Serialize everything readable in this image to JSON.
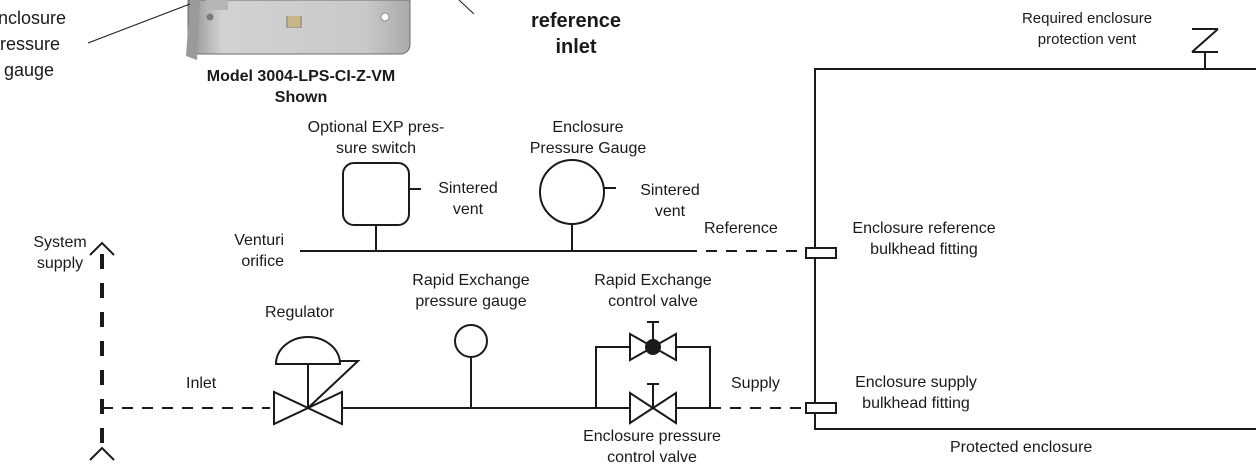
{
  "gauge_callout": {
    "line1": "nclosure",
    "line2": "ressure",
    "line3": "gauge"
  },
  "model_caption": {
    "line1": "Model 3004-LPS-CI-Z-VM",
    "line2": "Shown"
  },
  "reference_inlet": {
    "line1": "reference",
    "line2": "inlet"
  },
  "protection_vent": {
    "line1": "Required enclosure",
    "line2": "protection vent"
  },
  "exp_switch": {
    "line1": "Optional EXP pres-",
    "line2": "sure switch"
  },
  "enclosure_gauge": {
    "line1": "Enclosure",
    "line2": "Pressure Gauge"
  },
  "sintered_vent_1": {
    "line1": "Sintered",
    "line2": "vent"
  },
  "sintered_vent_2": {
    "line1": "Sintered",
    "line2": "vent"
  },
  "venturi": {
    "line1": "Venturi",
    "line2": "orifice"
  },
  "reference_label": "Reference",
  "ref_fitting": {
    "line1": "Enclosure reference",
    "line2": "bulkhead fitting"
  },
  "system_supply": {
    "line1": "System",
    "line2": "supply"
  },
  "rapid_gauge": {
    "line1": "Rapid Exchange",
    "line2": "pressure gauge"
  },
  "rapid_valve": {
    "line1": "Rapid Exchange",
    "line2": "control valve"
  },
  "regulator": "Regulator",
  "inlet": "Inlet",
  "supply": "Supply",
  "supply_fitting": {
    "line1": "Enclosure supply",
    "line2": "bulkhead fitting"
  },
  "pressure_valve": {
    "line1": "Enclosure pressure",
    "line2": "control valve"
  },
  "protected_enclosure": "Protected enclosure",
  "colors": {
    "line": "#1a1a1a",
    "photo_metal": "#c4c4c4"
  }
}
